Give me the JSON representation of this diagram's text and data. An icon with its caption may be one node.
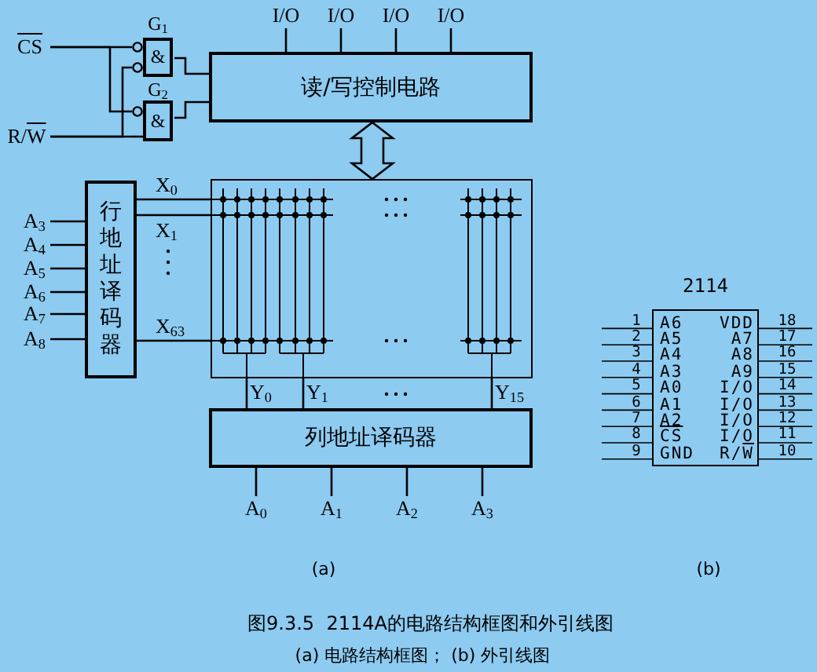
{
  "diagram": {
    "caption": "图9.3.5  2114A的电路结构框图和外引线图",
    "nodes": [
      {
        "text": [
          "CS"
        ]
      },
      {
        "text": [
          "R/W"
        ]
      },
      {
        "text": [
          "G$_{1}$",
          "&"
        ]
      },
      {
        "text": [
          "G$_{2}$",
          "&"
        ]
      },
      {
        "text": [
          "读/写控制电路"
        ]
      },
      {
        "text": [
          "I/O"
        ]
      },
      {
        "text": [
          "I/O"
        ]
      },
      {
        "text": [
          "I/O"
        ]
      },
      {
        "text": [
          "I/O"
        ]
      },
      {
        "text": [],
        "shape": "box"
      },
      {
        "text": [
          "行地址译码器"
        ]
      },
      {
        "text": [
          "A$_{3}$"
        ]
      },
      {
        "text": [
          "A$_{4}$"
        ]
      },
      {
        "text": [
          "A$_{5}$"
        ]
      },
      {
        "text": [
          "A$_{6}$"
        ]
      },
      {
        "text": [
          "A$_{7}$"
        ]
      },
      {
        "text": [
          "A$_{8}$"
        ]
      },
      {
        "text": [
          "列地址译码器"
        ]
      },
      {
        "text": [
          "A$_{0}$"
        ]
      },
      {
        "text": [
          "A$_{1}$"
        ]
      },
      {
        "text": [
          "A$_{2}$"
        ]
      },
      {
        "text": [
          "A$_{3}$"
        ]
      },
      {
        "text": [
          "2114",
          "A6",
          "VDD",
          "A5",
          "A7",
          "A4",
          "A8",
          "A3",
          "A9",
          "A0",
          "I/O",
          "A1",
          "I/O",
          "A2",
          "I/O",
          "CS",
          "I/O",
          "GND",
          "R/W"
        ],
        "beside": [
          "1",
          "18",
          "2",
          "17",
          "3",
          "16",
          "4",
          "15",
          "5",
          "14",
          "6",
          "13",
          "7",
          "12",
          "8",
          "11",
          "9",
          "10"
        ]
      }
    ],
    "edges": [
      {
        "from": 0,
        "to": 2,
        "arrow": "none"
      },
      {
        "from": 0,
        "to": 3,
        "arrow": "none"
      },
      {
        "from": 1,
        "to": 3,
        "arrow": "none"
      },
      {
        "from": 1,
        "to": 2,
        "arrow": "none"
      },
      {
        "from": 2,
        "to": 4,
        "arrow": "none"
      },
      {
        "from": 3,
        "to": 4,
        "arrow": "none"
      },
      {
        "from": 4,
        "to": 5,
        "arrow": "none"
      },
      {
        "from": 4,
        "to": 6,
        "arrow": "none"
      },
      {
        "from": 4,
        "to": 7,
        "arrow": "none"
      },
      {
        "from": 4,
        "to": 8,
        "arrow": "none"
      },
      {
        "from": 4,
        "to": 9,
        "arrow": "both"
      },
      {
        "from": 10,
        "to": 9,
        "arrow": "none",
        "label": "X$_{0}$"
      },
      {
        "from": 10,
        "to": 9,
        "arrow": "none",
        "label": "X$_{1}$"
      },
      {
        "from": 10,
        "to": 9,
        "arrow": "none",
        "label": "X$_{63}$"
      },
      {
        "from": 11,
        "to": 10,
        "arrow": "none"
      },
      {
        "from": 12,
        "to": 10,
        "arrow": "none"
      },
      {
        "from": 13,
        "to": 10,
        "arrow": "none"
      },
      {
        "from": 14,
        "to": 10,
        "arrow": "none"
      },
      {
        "from": 15,
        "to": 10,
        "arrow": "none"
      },
      {
        "from": 16,
        "to": 10,
        "arrow": "none"
      },
      {
        "from": 9,
        "to": 17,
        "arrow": "none",
        "label": "Y$_{0}$"
      },
      {
        "from": 9,
        "to": 17,
        "arrow": "none",
        "label": "Y$_{1}$"
      },
      {
        "from": 9,
        "to": 17,
        "arrow": "none",
        "label": "Y$_{15}$"
      },
      {
        "from": 17,
        "to": 18,
        "arrow": "none"
      },
      {
        "from": 17,
        "to": 19,
        "arrow": "none"
      },
      {
        "from": 17,
        "to": 20,
        "arrow": "none"
      },
      {
        "from": 17,
        "to": 21,
        "arrow": "none"
      }
    ],
    "labels": [
      "(a)",
      "(b)",
      "(a) 电路结构框图； (b) 外引线图"
    ]
  }
}
